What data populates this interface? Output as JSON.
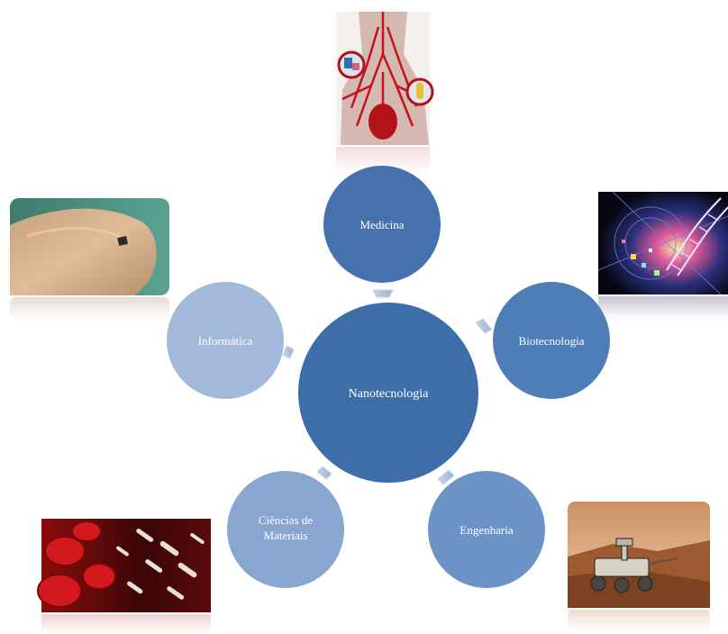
{
  "center": {
    "label": "Nanotecnologia",
    "color": "#3d6eaa"
  },
  "nodes": [
    {
      "id": "medicina",
      "lines": [
        "Medicina"
      ],
      "color": "#4572ad"
    },
    {
      "id": "biotecnologia",
      "lines": [
        "Biotecnologia"
      ],
      "color": "#4f7db7"
    },
    {
      "id": "engenharia",
      "lines": [
        "Engenharia"
      ],
      "color": "#6b93c6"
    },
    {
      "id": "ciencias-de-materiais",
      "lines": [
        "Ciências de",
        "Materiais"
      ],
      "color": "#87a6d0"
    },
    {
      "id": "informatica",
      "lines": [
        "Informática"
      ],
      "color": "#a3b9da"
    }
  ],
  "images": [
    {
      "id": "medicina-image",
      "subject": "circulatory-system"
    },
    {
      "id": "biotecnologia-image",
      "subject": "dna-helix"
    },
    {
      "id": "informatica-image",
      "subject": "microchip-on-fingertip"
    },
    {
      "id": "materiais-image",
      "subject": "red-blood-cells-nanobots"
    },
    {
      "id": "engenharia-image",
      "subject": "mars-rover"
    }
  ]
}
